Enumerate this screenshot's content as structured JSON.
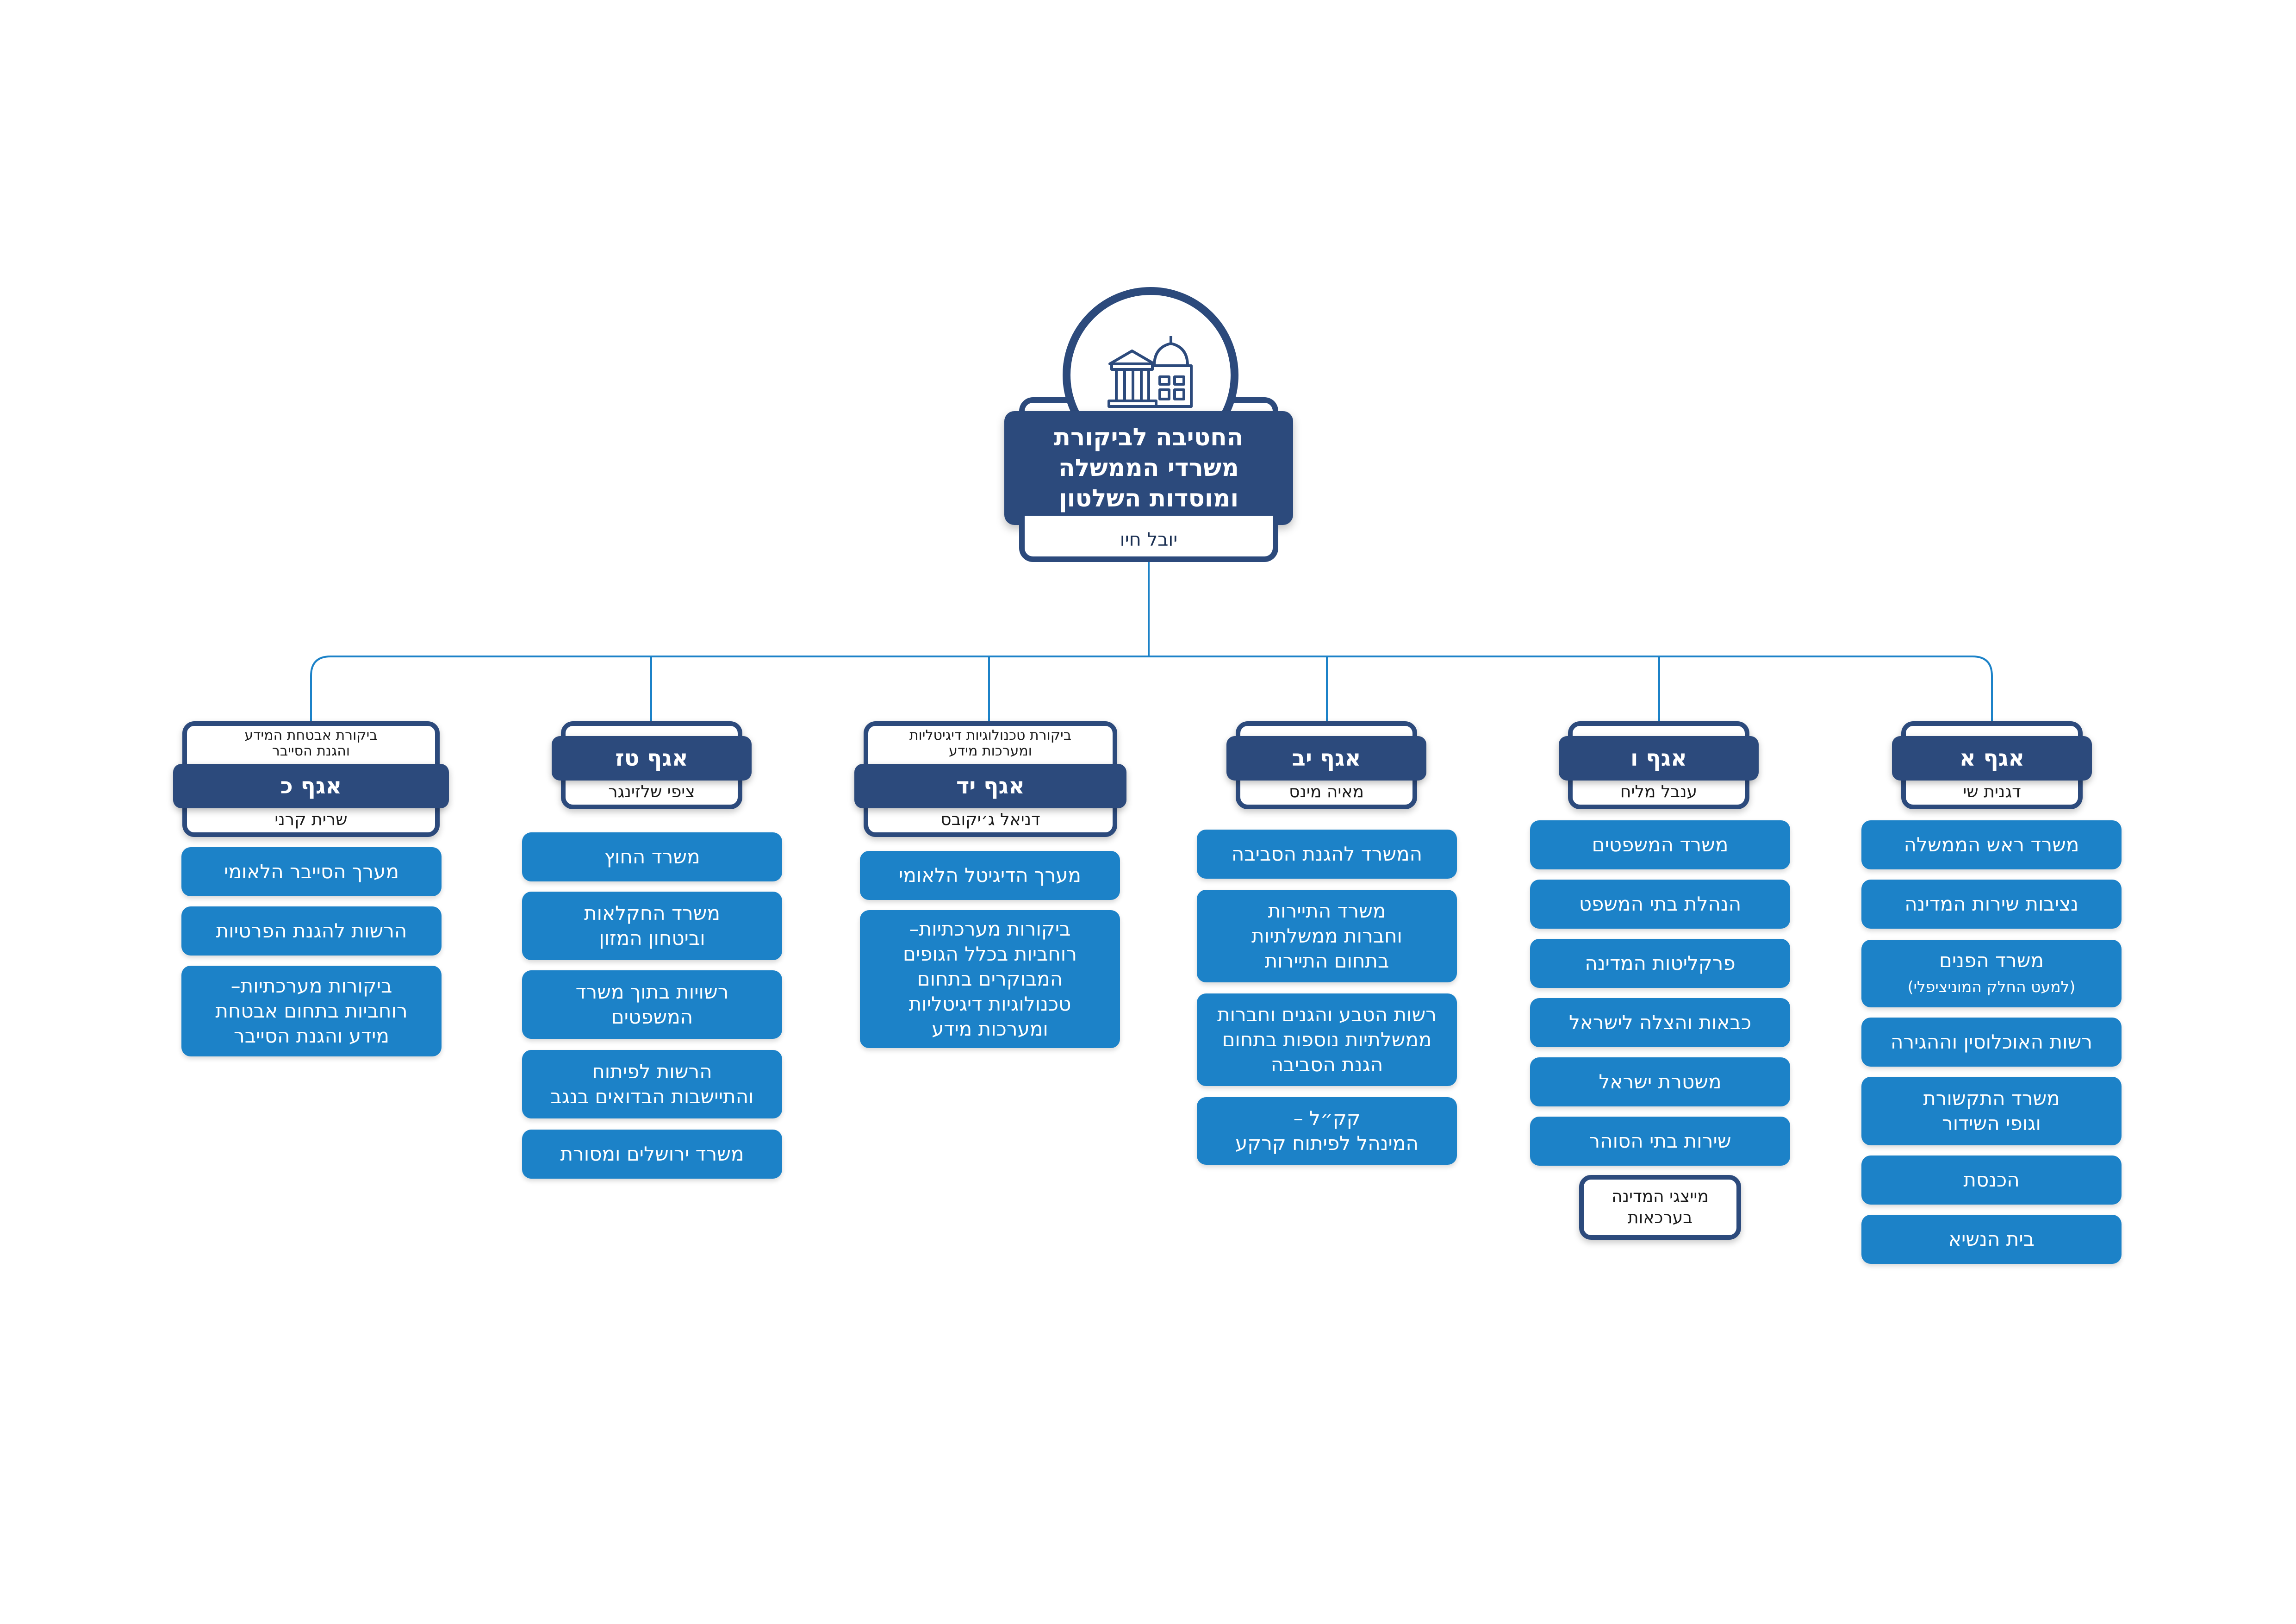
{
  "colors": {
    "primary": "#2c4a7c",
    "unit": "#1c82c8",
    "connector": "#1c82c8"
  },
  "top": {
    "icon": "government-building-icon",
    "title_line1": "החטיבה לביקורת",
    "title_line2": "משרדי הממשלה",
    "title_line3": "ומוסדות השלטון",
    "head": "יובל חיו"
  },
  "divisions": [
    {
      "name": "אגף א",
      "head": "דגנית שי",
      "units": [
        "משרד ראש הממשלה",
        "נציבות שירות המדינה",
        "משרד הפנים",
        "רשות האוכלוסין וההגירה",
        "משרד התקשורת",
        "הכנסת",
        "בית הנשיא"
      ],
      "unit3_note": "(למעט החלק המוניציפלי)",
      "unit5_line2": "וגופי השידור"
    },
    {
      "name": "אגף ו",
      "head": "ענבל מליח",
      "units": [
        "משרד המשפטים",
        "הנהלת בתי המשפט",
        "פרקליטות המדינה",
        "כבאות והצלה לישראל",
        "משטרת ישראל",
        "שירות בתי הסוהר"
      ],
      "rep_line1": "מייצגי המדינה",
      "rep_line2": "בערכאות"
    },
    {
      "name": "אגף יב",
      "head": "מאיה מינס",
      "units": [
        {
          "l1": "המשרד להגנת הסביבה"
        },
        {
          "l1": "משרד התיירות",
          "l2": "וחברות ממשלתיות",
          "l3": "בתחום התיירות"
        },
        {
          "l1": "רשות הטבע והגנים וחברות",
          "l2": "ממשלתיות נוספות בתחום",
          "l3": "הגנת הסביבה"
        },
        {
          "l1": "קק״ל –",
          "l2": "המינהל לפיתוח קרקע"
        }
      ]
    },
    {
      "name": "אגף יד",
      "head": "דניאל ג׳יקובס",
      "subtitle1": "ביקורת טכנולוגיות דיגיטליות",
      "subtitle2": "ומערכות מידע",
      "units": [
        {
          "l1": "מערך הדיגיטל הלאומי"
        },
        {
          "l1": "ביקורות מערכתיות–",
          "l2": "רוחביות בכלל הגופים",
          "l3": "המבוקרים בתחום",
          "l4": "טכנולוגיות דיגיטליות",
          "l5": "ומערכות מידע"
        }
      ]
    },
    {
      "name": "אגף טז",
      "head": "ציפי שלזינגר",
      "units": [
        {
          "l1": "משרד החוץ"
        },
        {
          "l1": "משרד החקלאות",
          "l2": "וביטחון המזון"
        },
        {
          "l1": "רשויות בתוך משרד",
          "l2": "המשפטים"
        },
        {
          "l1": "הרשות לפיתוח",
          "l2": "והתיישבות הבדואים בנגב"
        },
        {
          "l1": "משרד ירושלים ומסורת"
        }
      ]
    },
    {
      "name": "אגף כ",
      "head": "שרית קרני",
      "subtitle1": "ביקורת אבטחת המידע",
      "subtitle2": "והגנת הסייבר",
      "units": [
        {
          "l1": "מערך הסייבר הלאומי"
        },
        {
          "l1": "הרשות להגנת הפרטיות"
        },
        {
          "l1": "ביקורות מערכתיות–",
          "l2": "רוחביות בתחום אבטחת",
          "l3": "מידע והגנת הסייבר"
        }
      ]
    }
  ]
}
